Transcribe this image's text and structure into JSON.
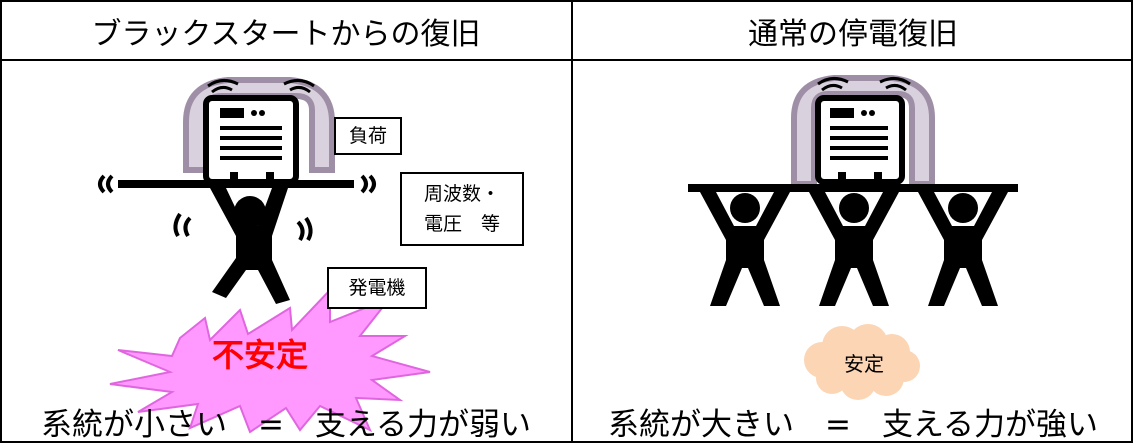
{
  "headers": {
    "left": "ブラックスタートからの復旧",
    "right": "通常の停電復旧"
  },
  "labels": {
    "load": "負荷",
    "freq_voltage_line1": "周波数・",
    "freq_voltage_line2": "電圧　等",
    "generator": "発電機",
    "unstable": "不安定",
    "stable": "安定"
  },
  "captions": {
    "left": "系統が小さい　=　支える力が弱い",
    "right": "系統が大きい　=　支える力が強い"
  },
  "colors": {
    "unstable_text": "#ff0000",
    "burst_fill": "#ff99ff",
    "cloud_fill": "#fcd5b5",
    "machine_frame": "#9e8fa6"
  },
  "icons": [
    "machine-icon",
    "person-icon",
    "burst-shape",
    "cloud-shape",
    "vibration-marks"
  ]
}
